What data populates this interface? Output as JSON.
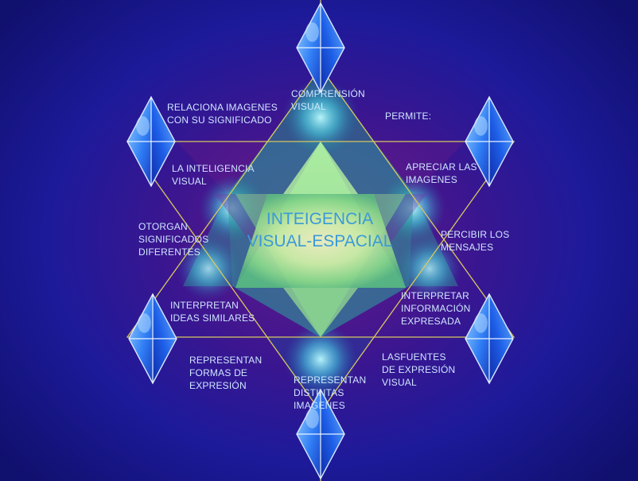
{
  "center_title": "INTEIGENCIA\nVISUAL-ESPACIAL",
  "labels": {
    "comprension": "COMPRENSIÓN\nVISUAL",
    "relaciona": "RELACIONA IMAGENES\nCON SU SIGNIFICADO",
    "permite": "PERMITE:",
    "inteligencia_visual": "LA INTELIGENCIA\nVISUAL",
    "apreciar": "APRECIAR LAS\nIMAGENES",
    "otorgan": "OTORGAN\nSIGNIFICADOS\nDIFERENTES",
    "percibir": "PERCIBIR LOS\nMENSAJES",
    "interpretan": "INTERPRETAN\nIDEAS SIMILARES",
    "interpretar": "INTERPRETAR\nINFORMACIÓN\nEXPRESADA",
    "representan_formas": "REPRESENTAN\nFORMAS DE\nEXPRESIÓN",
    "lasfuentes": "LASFUENTES\nDE  EXPRESIÓN\nVISUAL",
    "representan_distintas": "REPRESENTAN\nDISTINTAS\nIMAGENES"
  },
  "colors": {
    "line": "#d8c860",
    "crystal": "#2a7cf0",
    "center_text": "#3a9ad8",
    "label_text": "#cfe6ff"
  }
}
